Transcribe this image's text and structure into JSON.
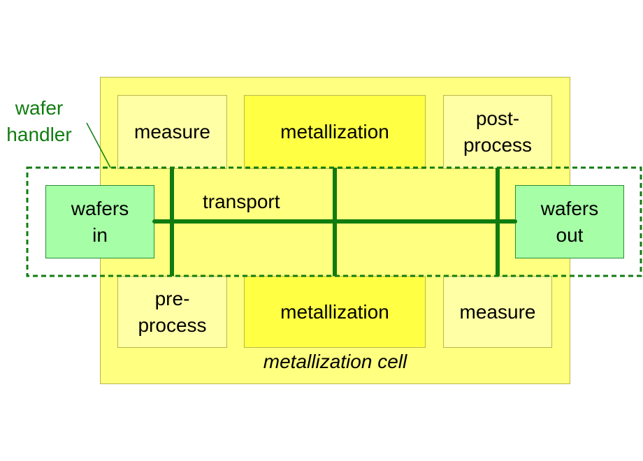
{
  "colors": {
    "cell_fill": "#ffff80",
    "station_fill": "#ffffa6",
    "metallization_fill": "#ffff44",
    "wafer_box_fill": "#a6ffa6",
    "transport_line": "#107c10",
    "handler_text": "#107c10"
  },
  "cell": {
    "label": "metallization cell"
  },
  "handler": {
    "label": "wafer\nhandler"
  },
  "transport": {
    "label": "transport"
  },
  "stations": {
    "top_left": "measure",
    "top_middle": "metallization",
    "top_right": "post-\nprocess",
    "bottom_left": "pre-\nprocess",
    "bottom_middle": "metallization",
    "bottom_right": "measure"
  },
  "wafers": {
    "in": "wafers\nin",
    "out": "wafers\nout"
  }
}
